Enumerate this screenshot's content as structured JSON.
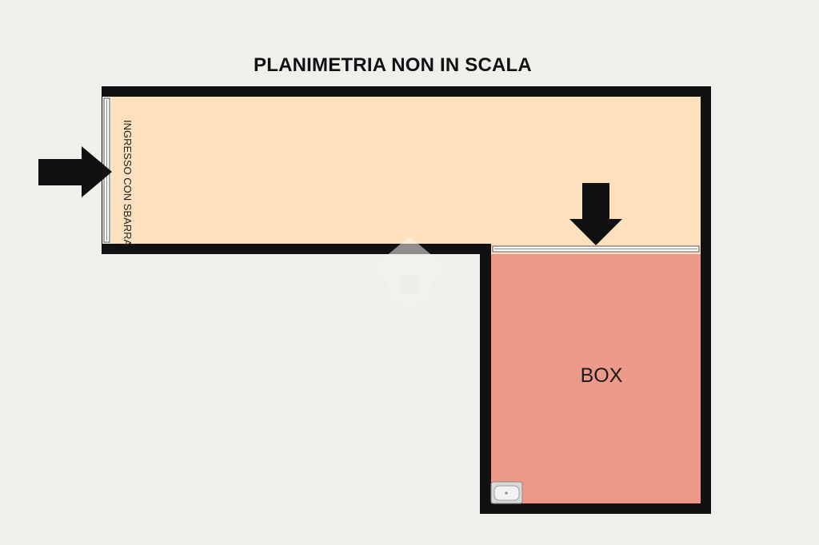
{
  "plan": {
    "title": "PLANIMETRIA NON IN SCALA",
    "entrance_label": "INGRESSO CON SBARRA",
    "box_label": "BOX"
  },
  "colors": {
    "background": "#f0efeb",
    "corridor_fill": "#fde0bd",
    "box_fill": "#ec998a",
    "walls": "#111111",
    "arrows": "#111111"
  },
  "icons": [
    "entrance-arrow-icon",
    "box-door-arrow-icon",
    "sink-icon",
    "watermark-logo"
  ]
}
